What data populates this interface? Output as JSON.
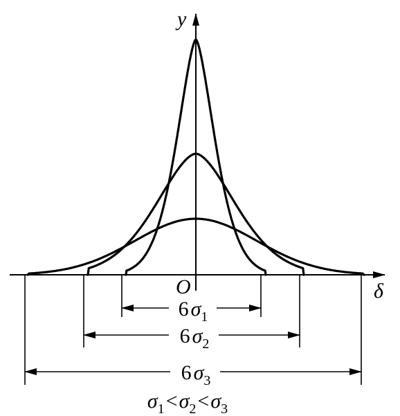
{
  "axes": {
    "y_label": "y",
    "x_label": "δ",
    "origin_label": "O"
  },
  "dimensions": [
    {
      "coef": "6",
      "symbol": "σ",
      "sub": "1"
    },
    {
      "coef": "6",
      "symbol": "σ",
      "sub": "2"
    },
    {
      "coef": "6",
      "symbol": "σ",
      "sub": "3"
    }
  ],
  "relation": {
    "s1": "σ",
    "i1": "1",
    "lt1": "<",
    "s2": "σ",
    "i2": "2",
    "lt2": "<",
    "s3": "σ",
    "i3": "3"
  }
}
